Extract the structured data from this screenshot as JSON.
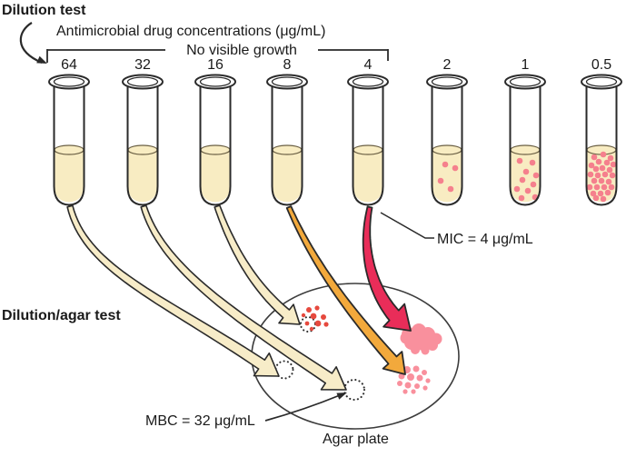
{
  "title": "Dilution test",
  "subtitle": "Antimicrobial drug concentrations (μg/mL)",
  "bracket_label": "No visible growth",
  "section_label": "Dilution/agar test",
  "mic_label": "MIC = 4 μg/mL",
  "mbc_label": "MBC = 32 μg/mL",
  "agar_plate_label": "Agar plate",
  "tubes": [
    {
      "label": "64",
      "visible_growth": false,
      "dots": []
    },
    {
      "label": "32",
      "visible_growth": false,
      "dots": []
    },
    {
      "label": "16",
      "visible_growth": false,
      "dots": []
    },
    {
      "label": "8",
      "visible_growth": false,
      "dots": []
    },
    {
      "label": "4",
      "visible_growth": false,
      "dots": []
    },
    {
      "label": "2",
      "visible_growth": true,
      "dots": [
        [
          -2,
          16
        ],
        [
          9,
          20
        ],
        [
          -7,
          34
        ],
        [
          4,
          43
        ]
      ]
    },
    {
      "label": "1",
      "visible_growth": true,
      "dots": [
        [
          -6,
          12
        ],
        [
          8,
          14
        ],
        [
          1,
          24
        ],
        [
          12,
          28
        ],
        [
          -3,
          33
        ],
        [
          9,
          38
        ],
        [
          -9,
          43
        ],
        [
          3,
          45
        ],
        [
          11,
          52
        ],
        [
          -4,
          53
        ]
      ]
    },
    {
      "label": "0.5",
      "visible_growth": true,
      "dots": [
        [
          -8,
          8
        ],
        [
          2,
          5
        ],
        [
          10,
          9
        ],
        [
          -3,
          13
        ],
        [
          6,
          14
        ],
        [
          -11,
          17
        ],
        [
          13,
          16
        ],
        [
          -6,
          21
        ],
        [
          1,
          20
        ],
        [
          9,
          22
        ],
        [
          -12,
          27
        ],
        [
          -4,
          28
        ],
        [
          4,
          27
        ],
        [
          12,
          28
        ],
        [
          -8,
          34
        ],
        [
          0,
          34
        ],
        [
          8,
          35
        ],
        [
          -13,
          41
        ],
        [
          -5,
          41
        ],
        [
          3,
          41
        ],
        [
          11,
          41
        ],
        [
          -9,
          48
        ],
        [
          -1,
          48
        ],
        [
          7,
          47
        ],
        [
          2,
          54
        ],
        [
          -6,
          53
        ]
      ]
    }
  ],
  "plate_results": [
    {
      "concentration": "64",
      "marker": "dotted-circle"
    },
    {
      "concentration": "32",
      "marker": "dotted-circle"
    },
    {
      "concentration": "16",
      "marker": "few-red-colonies"
    },
    {
      "concentration": "8",
      "marker": "pink-colonies"
    },
    {
      "concentration": "4",
      "marker": "confluent-pink-growth"
    }
  ],
  "colors": {
    "background": "#ffffff",
    "outline": "#2a2a2a",
    "text": "#1a1a1a",
    "liquid_cream": "#f8ecc2",
    "arrow_cream": "#f7ecc8",
    "arrow_orange": "#f2a93c",
    "arrow_crimson": "#e92d59",
    "tube_dot_pink": "#f5808d",
    "colony_pink": "#f9909d",
    "colony_red": "#e6493e"
  }
}
